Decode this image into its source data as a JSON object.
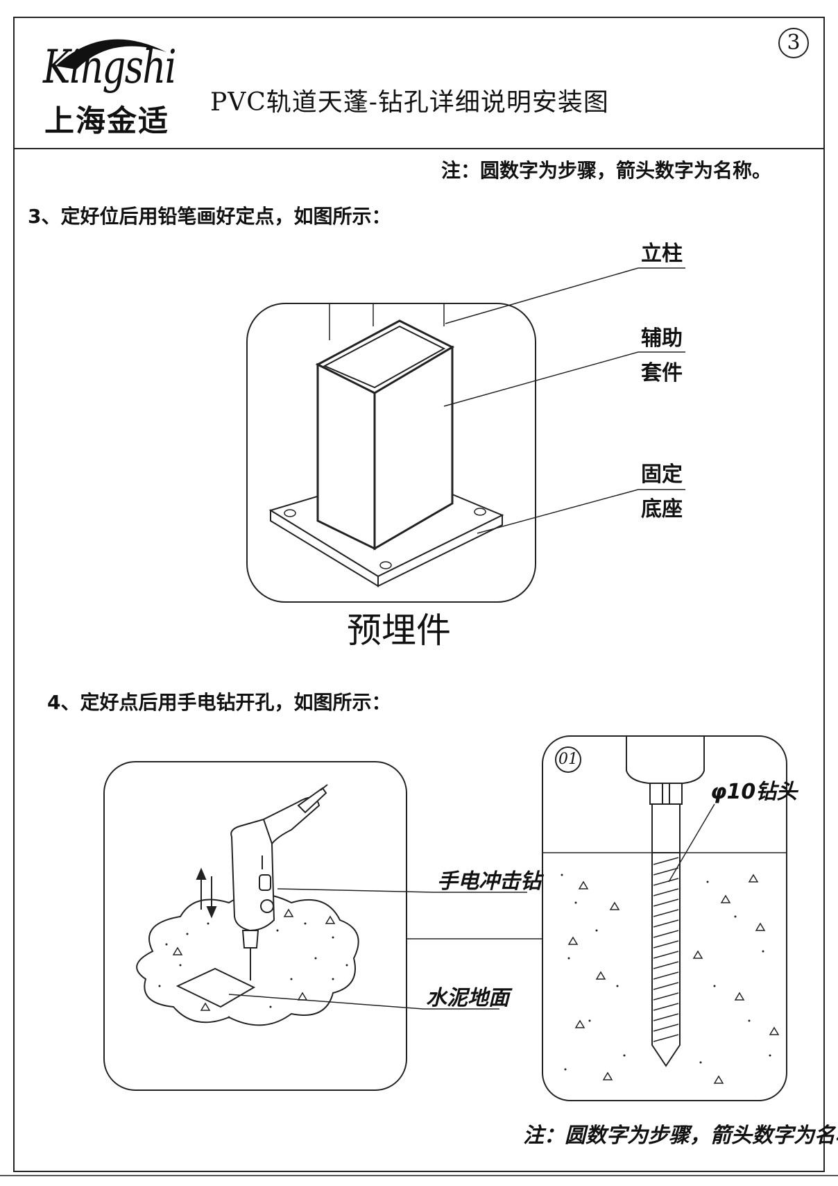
{
  "header": {
    "logo_text": "Kingshi",
    "logo_cn": "上海金适",
    "title": "PVC轨道天蓬-钻孔详细说明安装图",
    "page_number": "3"
  },
  "note_top": "注：圆数字为步骤，箭头数字为名称。",
  "step3": {
    "text": "3、定好位后用铅笔画好定点，如图所示：",
    "labels": {
      "column": "立柱",
      "aux_1": "辅助",
      "aux_2": "套件",
      "base_1": "固定",
      "base_2": "底座",
      "embedded": "预埋件"
    }
  },
  "step4": {
    "text": "4、定好点后用手电钻开孔，如图所示：",
    "labels": {
      "drill": "手电冲击钻",
      "ground": "水泥地面",
      "bit": "φ10钻头",
      "detail_number": "01"
    }
  },
  "note_bottom": "注：圆数字为步骤，箭头数字为名称。"
}
